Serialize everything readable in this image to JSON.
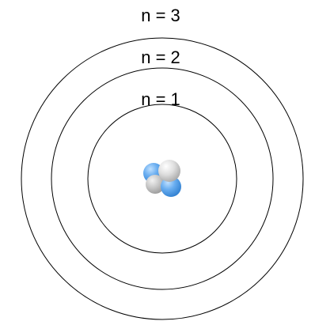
{
  "diagram": {
    "shells": [
      {
        "label": "n = 1"
      },
      {
        "label": "n = 2"
      },
      {
        "label": "n = 3"
      }
    ],
    "nucleus": {
      "particles": [
        {
          "kind": "proton",
          "color": "#4d9de8"
        },
        {
          "kind": "neutron",
          "color": "#d9d9d9"
        },
        {
          "kind": "neutron",
          "color": "#c2c2c2"
        },
        {
          "kind": "proton",
          "color": "#3f8ee0"
        }
      ]
    },
    "colors": {
      "orbit": "#000000",
      "background": "#ffffff"
    }
  }
}
